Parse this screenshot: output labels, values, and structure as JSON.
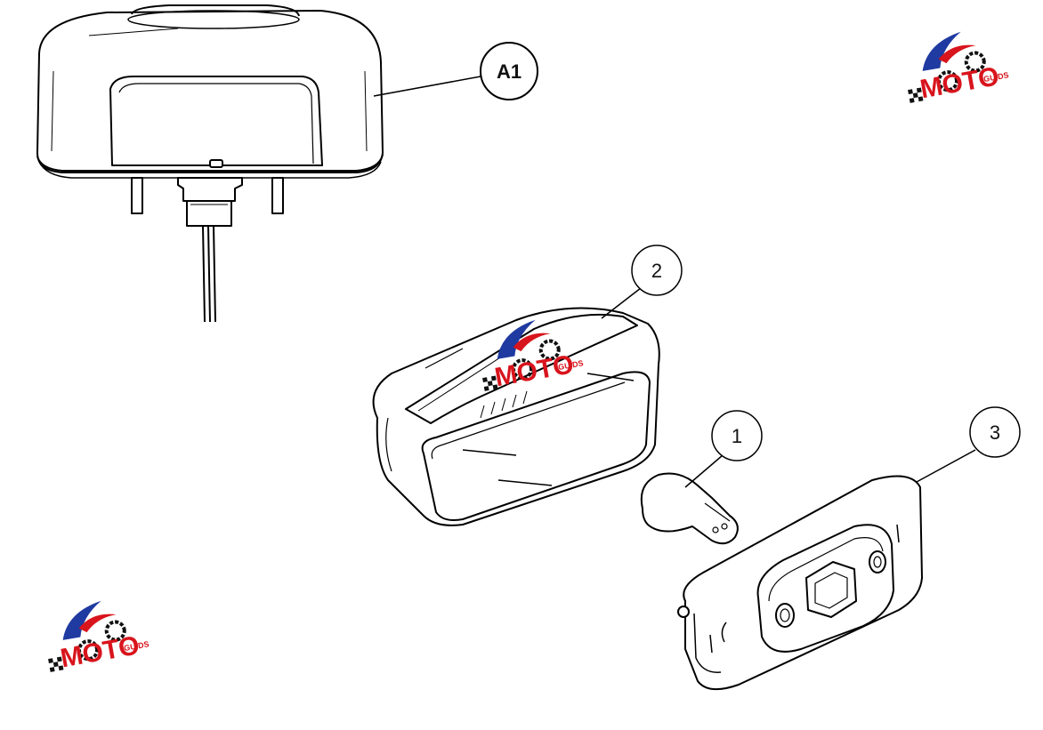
{
  "diagram": {
    "callouts": [
      {
        "id": "A1",
        "label": "A1"
      },
      {
        "id": "2",
        "label": "2"
      },
      {
        "id": "1",
        "label": "1"
      },
      {
        "id": "3",
        "label": "3"
      }
    ],
    "parts": [
      {
        "id": "A1",
        "name": "tail-light-assembly"
      },
      {
        "id": "2",
        "name": "lens"
      },
      {
        "id": "1",
        "name": "bulb"
      },
      {
        "id": "3",
        "name": "lamp-base"
      }
    ]
  },
  "watermark": {
    "logo_text": "MOTO",
    "logo_sub": "GUIDS",
    "colors": {
      "red": "#d8141c",
      "blue": "#1f3aa0",
      "black": "#111111"
    }
  }
}
